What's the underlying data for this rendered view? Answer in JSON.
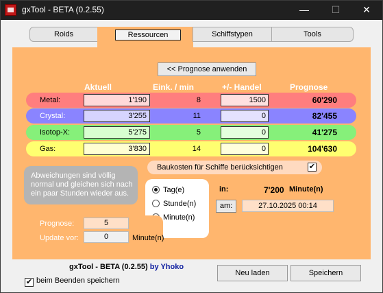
{
  "window": {
    "title": "gxTool - BETA (0.2.55)",
    "min_glyph": "—",
    "max_glyph": "☐",
    "close_glyph": "✕"
  },
  "tabs": [
    {
      "label": "Roids"
    },
    {
      "label": "Ressourcen",
      "active": true
    },
    {
      "label": "Schiffstypen"
    },
    {
      "label": "Tools"
    }
  ],
  "apply_button": "<< Prognose anwenden",
  "headers": {
    "aktuell": "Aktuell",
    "eink": "Eink. / min",
    "handel": "+/- Handel",
    "prognose": "Prognose"
  },
  "resources": [
    {
      "name": "Metal:",
      "aktuell": "1'190",
      "eink": "8",
      "handel": "1500",
      "prognose": "60'290",
      "color": "#ff7e7e"
    },
    {
      "name": "Crystal:",
      "aktuell": "3'255",
      "eink": "11",
      "handel": "0",
      "prognose": "82'455",
      "color": "#8a84ff"
    },
    {
      "name": "Isotop-X:",
      "aktuell": "5'275",
      "eink": "5",
      "handel": "0",
      "prognose": "41'275",
      "color": "#86f07a"
    },
    {
      "name": "Gas:",
      "aktuell": "3'830",
      "eink": "14",
      "handel": "0",
      "prognose": "104'630",
      "color": "#ffff70"
    }
  ],
  "note": "Abweichungen sind völlig normal und gleichen sich nach ein paar Stunden wieder aus.",
  "baukosten": {
    "label": "Baukosten für Schiffe berücksichtigen",
    "checked": true,
    "glyph": "✔"
  },
  "time_unit": {
    "options": [
      "Tag(e)",
      "Stunde(n)",
      "Minute(n)"
    ],
    "selected": "Tag(e)"
  },
  "in_box": {
    "label": "in:",
    "value": "7'200",
    "unit": "Minute(n)",
    "am_button": "am:",
    "am_value": "27.10.2025 00:14"
  },
  "prognose_block": {
    "prognose_label": "Prognose:",
    "prognose_value": "5",
    "update_label": "Update vor:",
    "update_value": "0",
    "update_unit": "Minute(n)"
  },
  "footer": {
    "title": "gxTool - BETA (0.2.55)",
    "by": "by Yhoko",
    "save_on_exit_label": "beim Beenden speichern",
    "save_on_exit_checked": true,
    "save_on_exit_glyph": "✔",
    "reload_button": "Neu laden",
    "save_button": "Speichern"
  },
  "colors": {
    "accent_orange": "#ffb66e",
    "titlebar": "#202020"
  }
}
